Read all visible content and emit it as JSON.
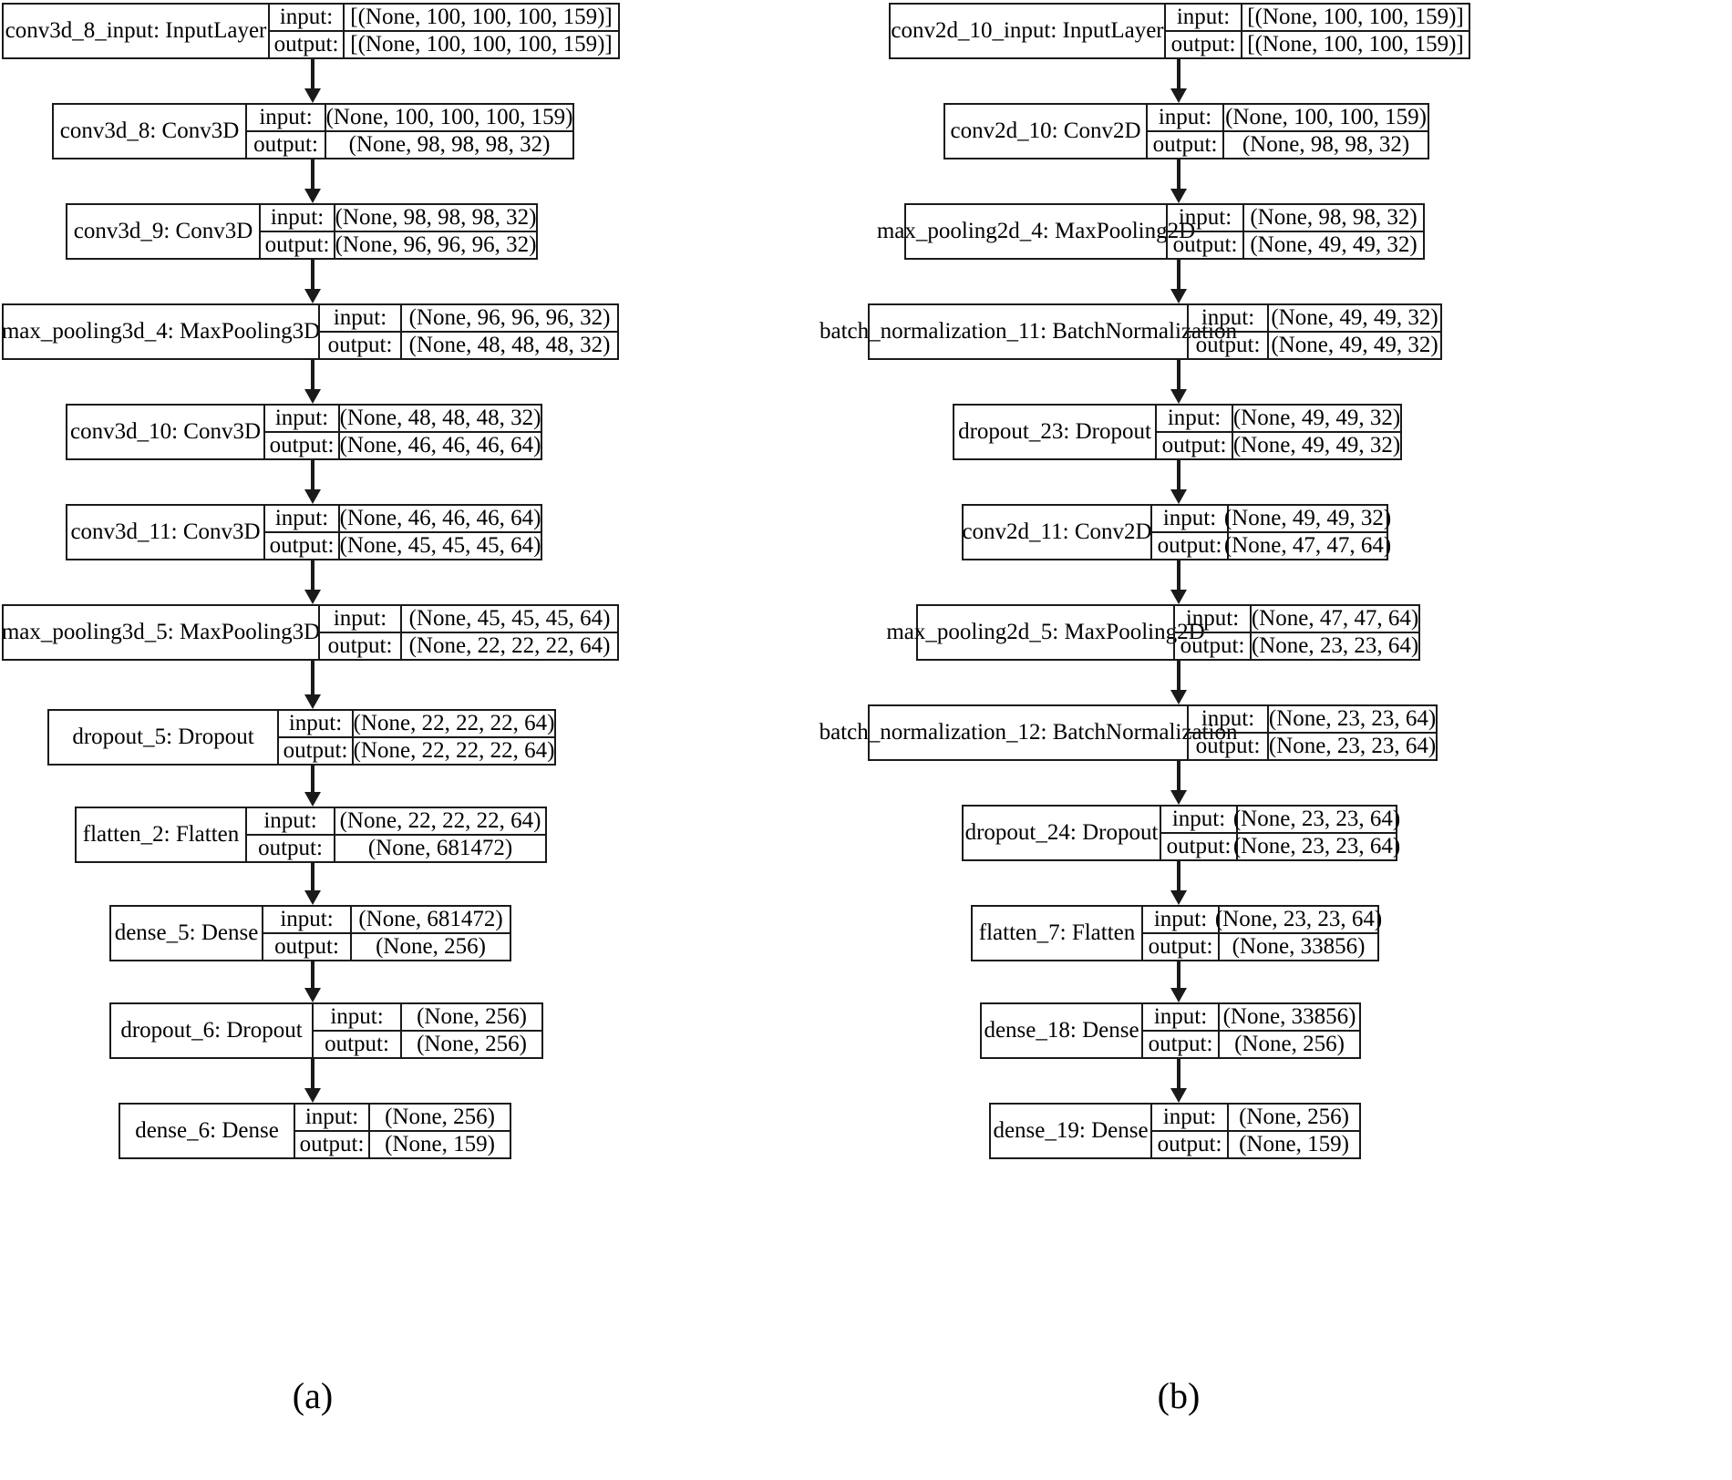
{
  "figure": {
    "type": "neural-network-architecture-diagram",
    "panels": [
      {
        "caption": "(a)",
        "model": "3D CNN",
        "io_labels": {
          "input": "input:",
          "output": "output:"
        },
        "layers": [
          {
            "name": "conv3d_8_input: InputLayer",
            "input": "[(None, 100, 100, 100, 159)]",
            "output": "[(None, 100, 100, 100, 159)]"
          },
          {
            "name": "conv3d_8: Conv3D",
            "input": "(None, 100, 100, 100, 159)",
            "output": "(None, 98, 98, 98, 32)"
          },
          {
            "name": "conv3d_9: Conv3D",
            "input": "(None, 98, 98, 98, 32)",
            "output": "(None, 96, 96, 96, 32)"
          },
          {
            "name": "max_pooling3d_4: MaxPooling3D",
            "input": "(None, 96, 96, 96, 32)",
            "output": "(None, 48, 48, 48, 32)"
          },
          {
            "name": "conv3d_10: Conv3D",
            "input": "(None, 48, 48, 48, 32)",
            "output": "(None, 46, 46, 46, 64)"
          },
          {
            "name": "conv3d_11: Conv3D",
            "input": "(None, 46, 46, 46, 64)",
            "output": "(None, 45, 45, 45, 64)"
          },
          {
            "name": "max_pooling3d_5: MaxPooling3D",
            "input": "(None, 45, 45, 45, 64)",
            "output": "(None, 22, 22, 22, 64)"
          },
          {
            "name": "dropout_5: Dropout",
            "input": "(None, 22, 22, 22, 64)",
            "output": "(None, 22, 22, 22, 64)"
          },
          {
            "name": "flatten_2: Flatten",
            "input": "(None, 22, 22, 22, 64)",
            "output": "(None, 681472)"
          },
          {
            "name": "dense_5: Dense",
            "input": "(None, 681472)",
            "output": "(None, 256)"
          },
          {
            "name": "dropout_6: Dropout",
            "input": "(None, 256)",
            "output": "(None, 256)"
          },
          {
            "name": "dense_6: Dense",
            "input": "(None, 256)",
            "output": "(None, 159)"
          }
        ]
      },
      {
        "caption": "(b)",
        "model": "2D CNN",
        "io_labels": {
          "input": "input:",
          "output": "output:"
        },
        "layers": [
          {
            "name": "conv2d_10_input: InputLayer",
            "input": "[(None, 100, 100, 159)]",
            "output": "[(None, 100, 100, 159)]"
          },
          {
            "name": "conv2d_10: Conv2D",
            "input": "(None, 100, 100, 159)",
            "output": "(None, 98, 98, 32)"
          },
          {
            "name": "max_pooling2d_4: MaxPooling2D",
            "input": "(None, 98, 98, 32)",
            "output": "(None, 49, 49, 32)"
          },
          {
            "name": "batch_normalization_11: BatchNormalization",
            "input": "(None, 49, 49, 32)",
            "output": "(None, 49, 49, 32)"
          },
          {
            "name": "dropout_23: Dropout",
            "input": "(None, 49, 49, 32)",
            "output": "(None, 49, 49, 32)"
          },
          {
            "name": "conv2d_11: Conv2D",
            "input": "(None, 49, 49, 32)",
            "output": "(None, 47, 47, 64)"
          },
          {
            "name": "max_pooling2d_5: MaxPooling2D",
            "input": "(None, 47, 47, 64)",
            "output": "(None, 23, 23, 64)"
          },
          {
            "name": "batch_normalization_12: BatchNormalization",
            "input": "(None, 23, 23, 64)",
            "output": "(None, 23, 23, 64)"
          },
          {
            "name": "dropout_24: Dropout",
            "input": "(None, 23, 23, 64)",
            "output": "(None, 23, 23, 64)"
          },
          {
            "name": "flatten_7: Flatten",
            "input": "(None, 23, 23, 64)",
            "output": "(None, 33856)"
          },
          {
            "name": "dense_18: Dense",
            "input": "(None, 33856)",
            "output": "(None, 256)"
          },
          {
            "name": "dense_19: Dense",
            "input": "(None, 256)",
            "output": "(None, 159)"
          }
        ]
      }
    ],
    "colors": {
      "border": "#1a1a1a",
      "background": "#ffffff",
      "text": "#000000"
    }
  }
}
